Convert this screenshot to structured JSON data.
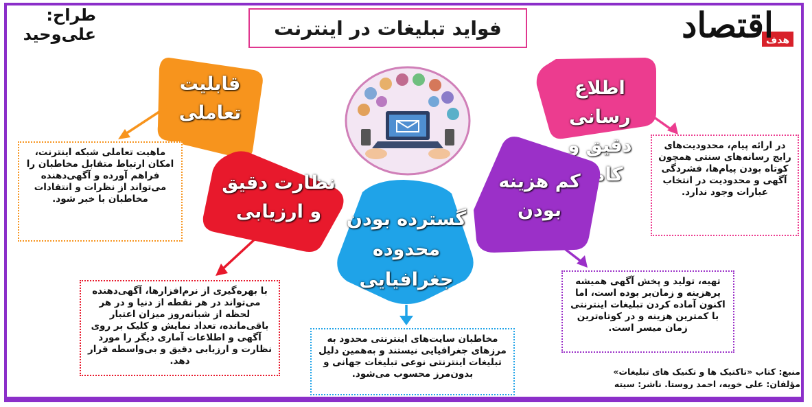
{
  "title": "فواید  تبلیغات در اینترنت",
  "designer": {
    "label": "طراح:",
    "name": "علی‌وحید"
  },
  "logo": {
    "text": "اقتصاد",
    "sub": "هدف"
  },
  "petals": {
    "interactive": "قابلیت تعاملی",
    "info": "اطلاع رسانی دقیق و کامل",
    "monitoring": "نظارت دقیق و ارزیابی",
    "geo": "گسترده بودن محدوده جغرافیایی",
    "cost": "کم هزینه بودن"
  },
  "notes": {
    "interactive": "ماهیت تعاملی شبکه اینترنت، امکان ارتباط متقابل مخاطبان را فراهم آورده و آگهی‌دهنده می‌تواند از نظرات و انتقادات مخاطبان با خبر شود.",
    "info": "در ارائه پیام، محدودیت‌های رایج رسانه‌های سنتی همچون کوتاه بودن پیام‌ها، فشردگی آگهی و محدودیت در انتخاب عبارات وجود ندارد.",
    "monitoring": "با بهره‌گیری از نرم‌افزارها، آگهی‌دهنده می‌تواند در هر نقطه از دنیا و در هر لحظه از شبانه‌روز میزان اعتبار باقی‌مانده، تعداد نمایش و کلیک بر روی آگهی و اطلاعات آماری دیگر را مورد نظارت و ارزیابی دقیق و بی‌واسطه قرار دهد.",
    "geo": "مخاطبان سایت‌های اینترنتی محدود به مرزهای جغرافیایی نیستند و به‌همین دلیل تبلیغات اینترنتی نوعی تبلیغات جهانی و بدون‌مرز محسوب می‌شود.",
    "cost": "تهیه، تولید و پخش آگهی همیشه پرهزینه و زمان‌بر بوده است، اما اکنون آماده کردن تبلیغات اینترنتی با کمترین هزینه و در کوتاه‌ترین زمان میسر است."
  },
  "source": {
    "line1": "منبع: کتاب «تاکتیک ها و تکنیک های تبلیغات»",
    "line2": "مؤلفان: علی خویه، احمد روستا. ناشر: سیته"
  },
  "colors": {
    "frame": "#8b2fc9",
    "orange": "#f7941d",
    "red": "#e8192c",
    "blue": "#1fa3e8",
    "purple": "#9b30c8",
    "pink": "#ec3c8f"
  }
}
